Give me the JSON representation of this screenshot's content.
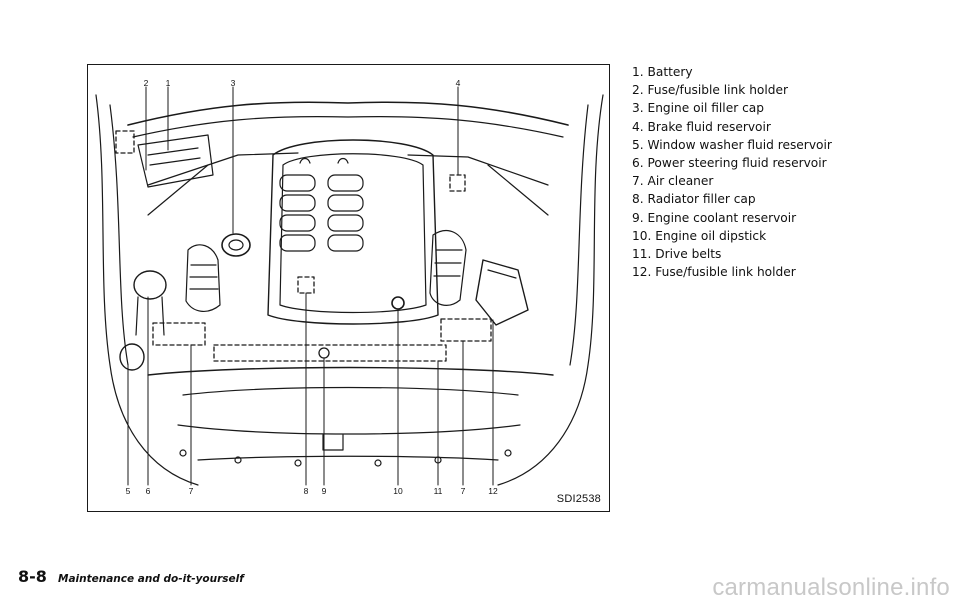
{
  "figure": {
    "code": "SDI2538",
    "callouts_top": [
      "2",
      "1",
      "3",
      "4"
    ],
    "callouts_bottom": [
      "5",
      "6",
      "7",
      "8",
      "9",
      "10",
      "11",
      "7",
      "12"
    ]
  },
  "legend": {
    "items": [
      "1.  Battery",
      "2.  Fuse/fusible link holder",
      "3.  Engine oil filler cap",
      "4.  Brake fluid reservoir",
      "5.  Window washer fluid reservoir",
      "6.  Power steering fluid reservoir",
      "7.  Air cleaner",
      "8.  Radiator filler cap",
      "9.  Engine coolant reservoir",
      "10. Engine oil dipstick",
      "11. Drive belts",
      "12. Fuse/fusible link holder"
    ]
  },
  "footer": {
    "page_number": "8-8",
    "section_title": "Maintenance and do-it-yourself"
  },
  "watermark": "carmanualsonline.info"
}
